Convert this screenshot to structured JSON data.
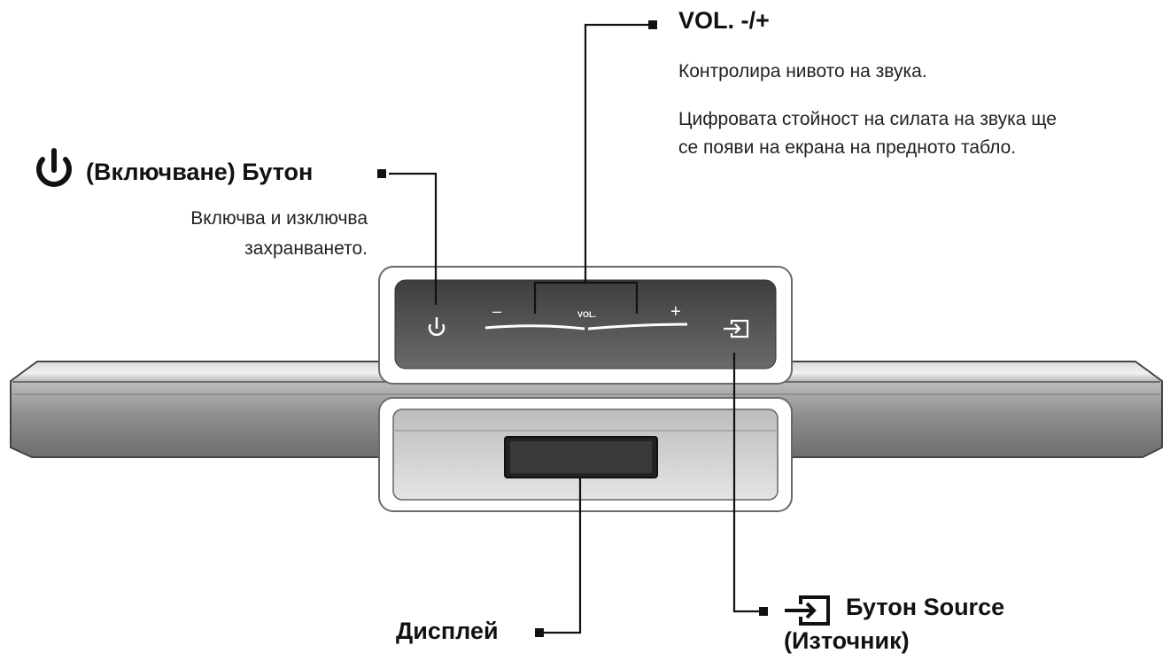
{
  "callouts": {
    "vol": {
      "title": "VOL. -/+",
      "desc_line1": "Контролира нивото на звука.",
      "desc_line2a": "Цифровата стойност на силата на звука ще",
      "desc_line2b": "се появи на екрана на предното табло."
    },
    "power": {
      "title": "(Включване) Бутон",
      "desc_line1": "Включва и изключва",
      "desc_line2": "захранването.",
      "icon": "power-icon"
    },
    "display": {
      "title": "Дисплей"
    },
    "source": {
      "title_line1": "Бутон Source",
      "title_line2": "(Източник)",
      "icon": "source-input-icon"
    }
  },
  "device": {
    "panel_vol_label": "VOL.",
    "panel_minus": "–",
    "panel_plus": "+",
    "colors": {
      "panel_dark": "#4f4f4f",
      "bar_body": "#9a9a9a",
      "display_window": "#2a2a2a"
    }
  }
}
